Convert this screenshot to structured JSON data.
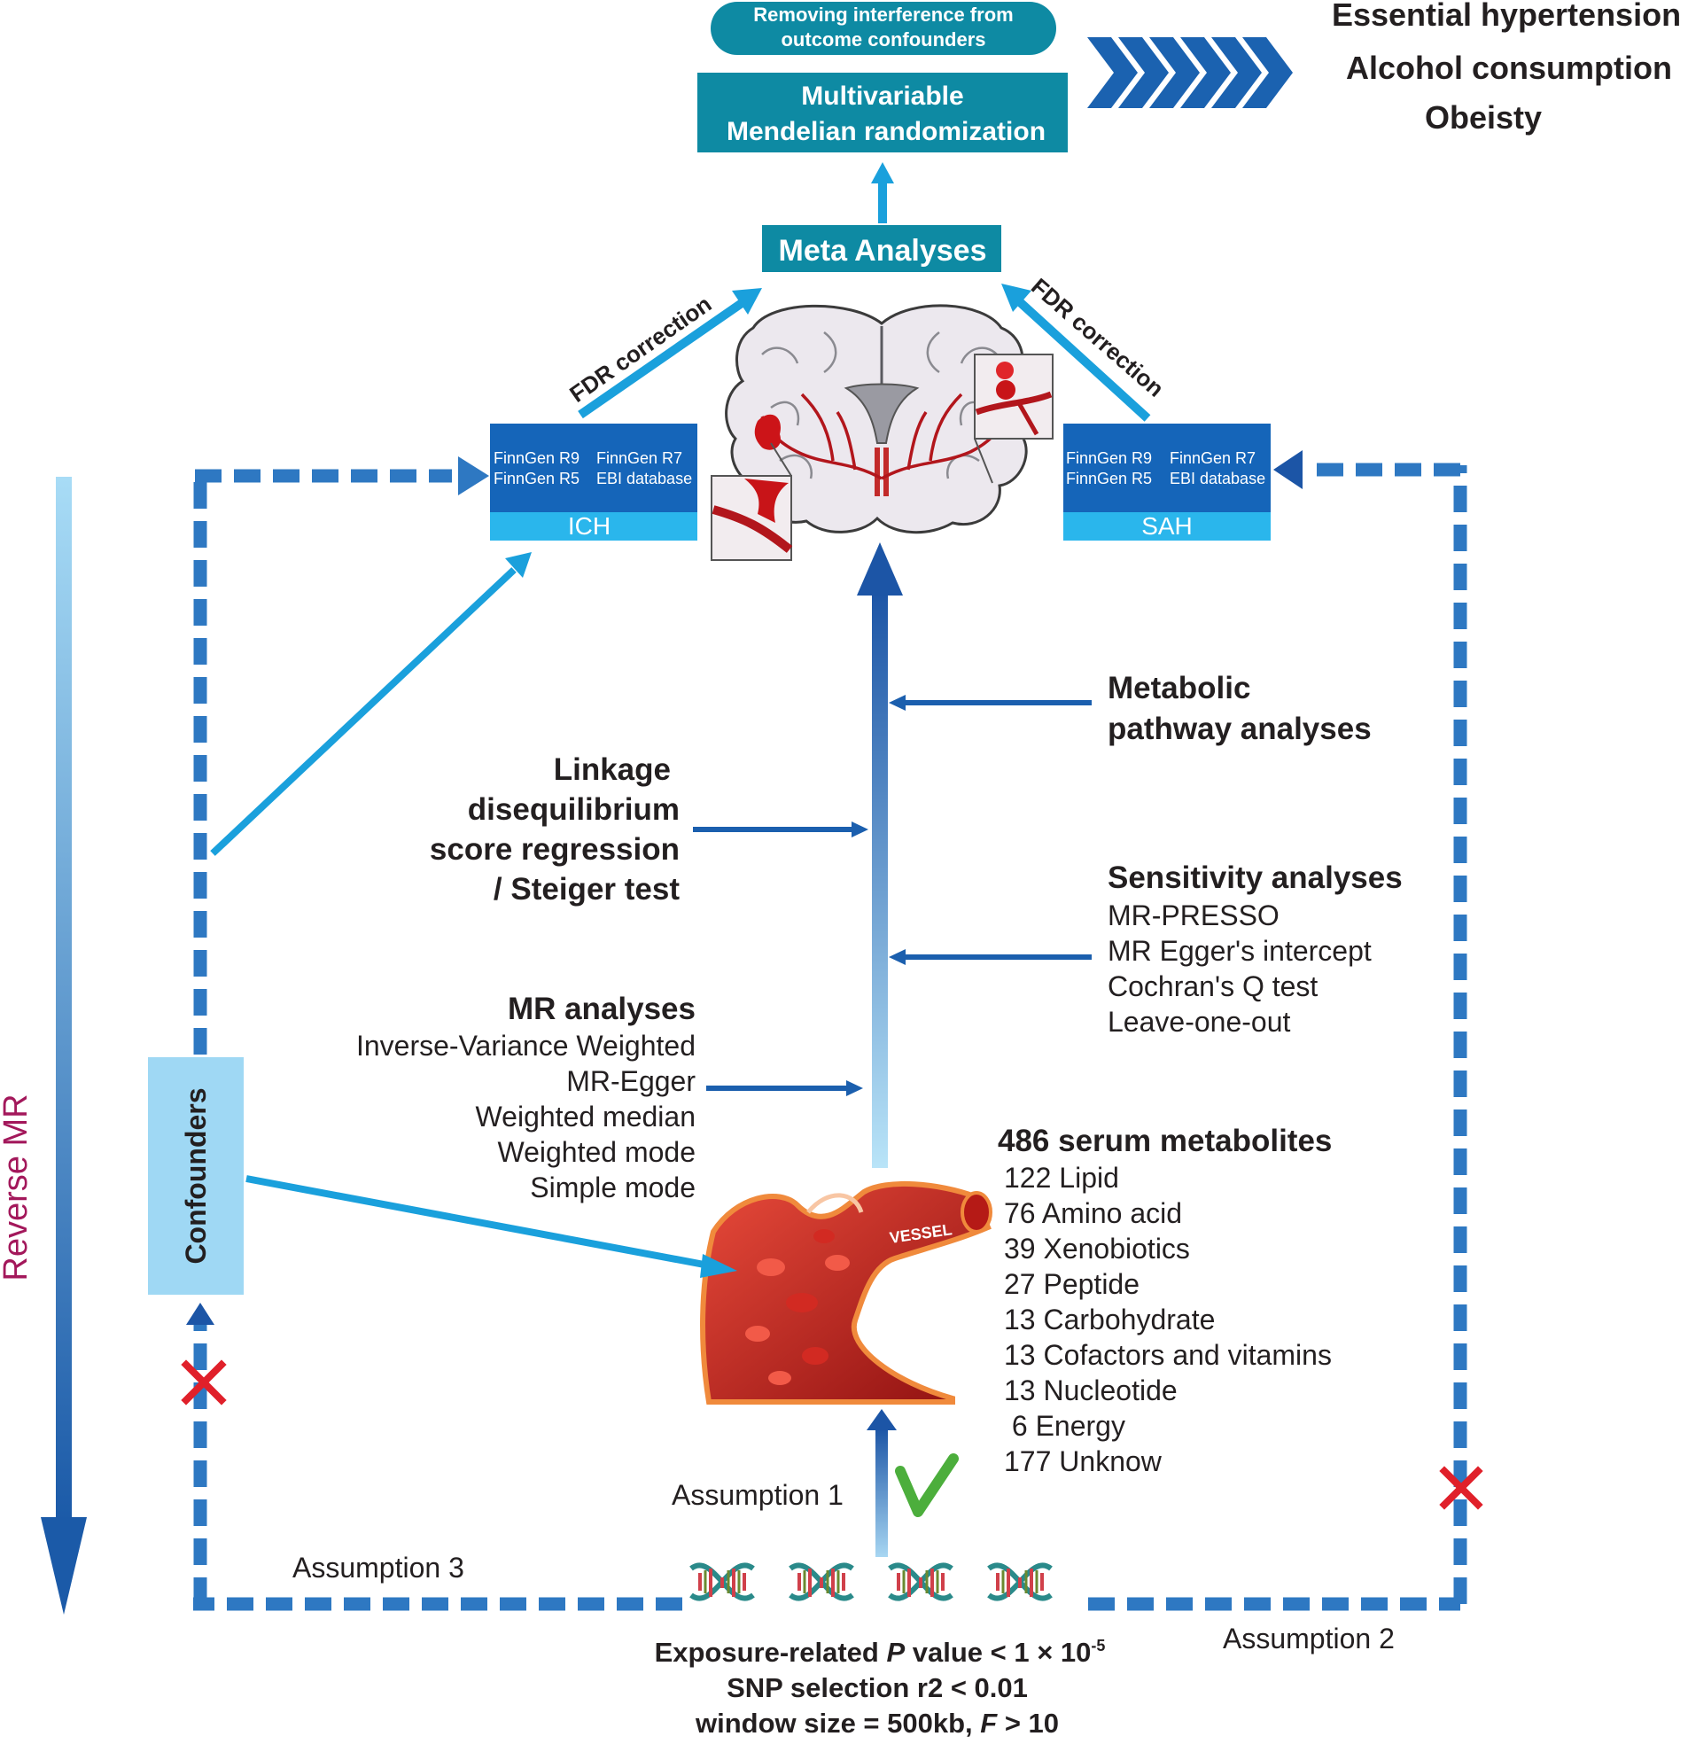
{
  "header": {
    "pill_line1": "Removing interference from",
    "pill_line2": "outcome confounders",
    "mvmr_line1": "Multivariable",
    "mvmr_line2": "Mendelian randomization",
    "results": [
      "Essential hypertension",
      "Alcohol consumption",
      "Obeisty"
    ]
  },
  "meta": {
    "label": "Meta Analyses"
  },
  "fdr": {
    "left": "FDR correction",
    "right": "FDR correction"
  },
  "outcomes": {
    "ich": {
      "r9": "FinnGen R9",
      "r7": "FinnGen R7",
      "r5": "FinnGen R5",
      "ebi": "EBI database",
      "label": "ICH"
    },
    "sah": {
      "r9": "FinnGen R9",
      "r7": "FinnGen R7",
      "r5": "FinnGen R5",
      "ebi": "EBI database",
      "label": "SAH"
    }
  },
  "analyses": {
    "metabolic": [
      "Metabolic",
      "pathway analyses"
    ],
    "ldsc": [
      "Linkage",
      "disequilibrium",
      "score regression",
      "/ Steiger test"
    ],
    "sensitivity_title": "Sensitivity analyses",
    "sensitivity_items": [
      "MR-PRESSO",
      "MR Egger's intercept",
      "Cochran's Q test",
      "Leave-one-out"
    ],
    "mr_title": "MR analyses",
    "mr_items": [
      "Inverse-Variance Weighted",
      "MR-Egger",
      "Weighted median",
      "Weighted mode",
      "Simple mode"
    ]
  },
  "metabolites": {
    "title": "486 serum metabolites",
    "items": [
      "122 Lipid",
      "76 Amino acid",
      "39 Xenobiotics",
      "27 Peptide",
      "13 Carbohydrate",
      "13 Cofactors and vitamins",
      "13 Nucleotide",
      " 6 Energy",
      "177 Unknow"
    ]
  },
  "vessel": {
    "label": "VESSEL"
  },
  "side": {
    "reverse": "Reverse MR",
    "confounders": "Confounders"
  },
  "assumptions": {
    "a1": "Assumption 1",
    "a2": "Assumption 2",
    "a3": "Assumption 3"
  },
  "criteria": {
    "line1_pre": "Exposure-related ",
    "line1_italic": "P",
    "line1_post": " value < 1 × 10",
    "line1_sup": "-5",
    "line2": "SNP selection r2 < 0.01",
    "line3_pre": "window size = 500kb, ",
    "line3_italic": "F",
    "line3_post": " > 10"
  },
  "colors": {
    "teal": "#0e8aa3",
    "dark_blue": "#1b5fae",
    "mid_blue": "#2e78c2",
    "light_blue": "#9fd8f4",
    "cyan": "#1aa0dc",
    "red": "#e0202a",
    "green": "#4cae3c",
    "reverse_text": "#a3185b"
  }
}
